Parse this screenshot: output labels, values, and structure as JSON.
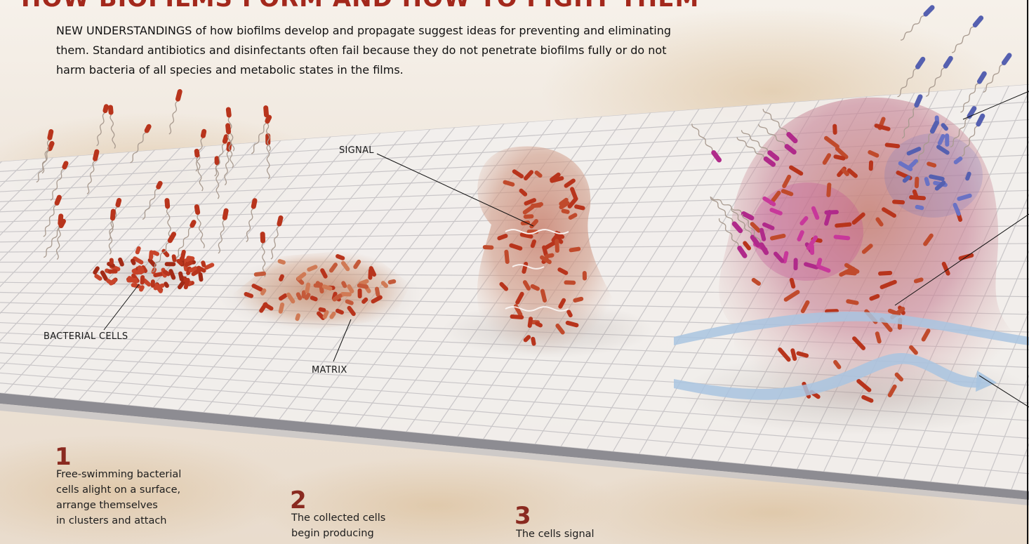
{
  "title": "HOW BIOFILMS FORM AND HOW TO FIGHT THEM",
  "intro": "NEW UNDERSTANDINGS of how biofilms develop and propagate suggest ideas for preventing and eliminating them. Standard antibiotics and disinfectants often fail because they do not penetrate biofilms fully or do not harm bacteria of all species and metabolic states in the films.",
  "labels": {
    "signal": "SIGNAL",
    "bacterial_cells": "BACTERIAL CELLS",
    "matrix": "MATRIX"
  },
  "steps": [
    {
      "number": "1",
      "lines": [
        "Free-swimming bacterial",
        "cells alight on a surface,",
        "arrange themselves",
        "in clusters and attach"
      ]
    },
    {
      "number": "2",
      "lines": [
        "The collected cells",
        "begin producing"
      ]
    },
    {
      "number": "3",
      "lines": [
        "The cells signal"
      ]
    }
  ],
  "colors": {
    "title": "#a3281c",
    "step_number": "#8a2a20",
    "bacteria_red": "#b8341c",
    "bacteria_magenta": "#b02a8a",
    "bacteria_blue": "#5560b0",
    "water_channel": "#a9c4e0"
  }
}
